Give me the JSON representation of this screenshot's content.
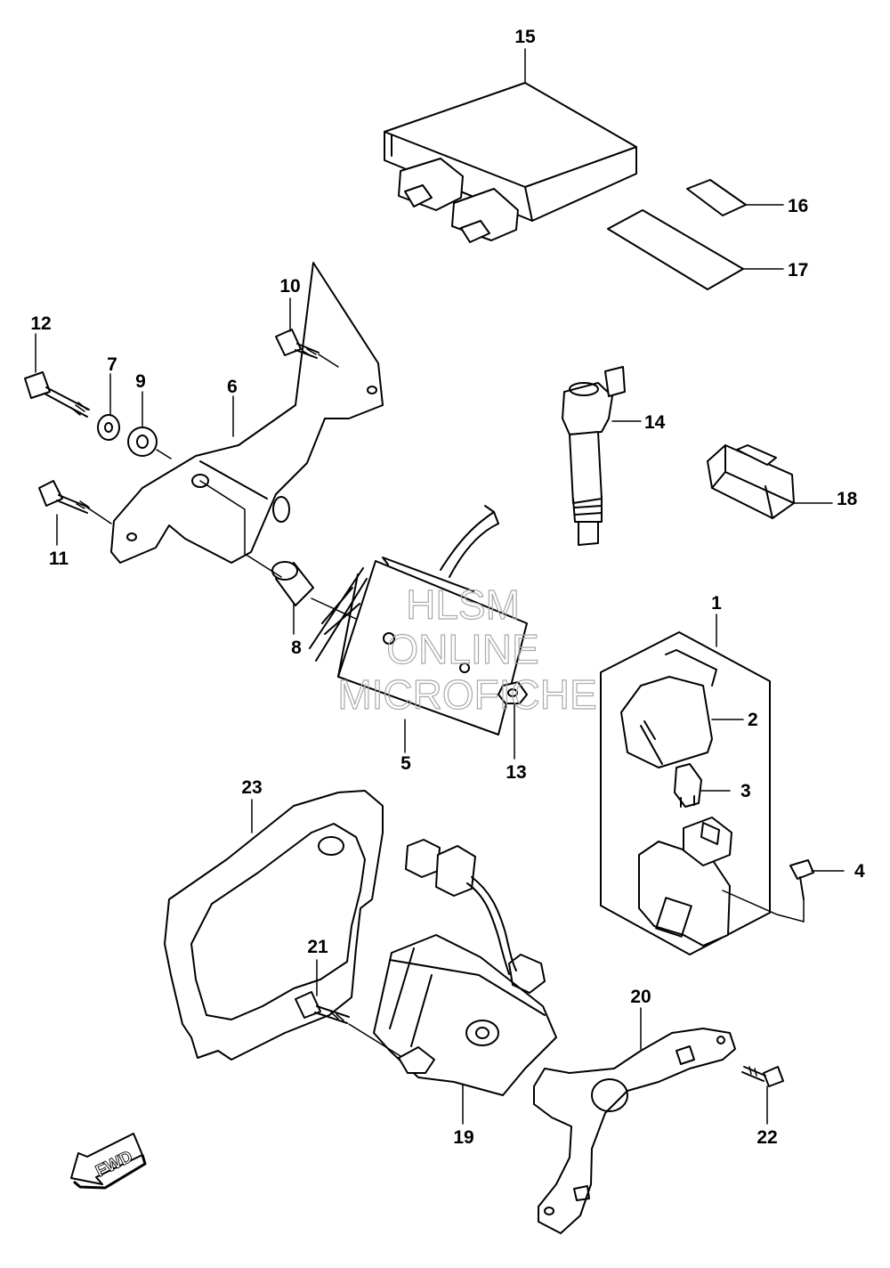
{
  "callouts": {
    "c1": "1",
    "c2": "2",
    "c3": "3",
    "c4": "4",
    "c5": "5",
    "c6": "6",
    "c7": "7",
    "c8": "8",
    "c9": "9",
    "c10": "10",
    "c11": "11",
    "c12": "12",
    "c13": "13",
    "c14": "14",
    "c15": "15",
    "c16": "16",
    "c17": "17",
    "c18": "18",
    "c19": "19",
    "c20": "20",
    "c21": "21",
    "c22": "22",
    "c23": "23"
  },
  "watermark": {
    "line1": "HLSM",
    "line2": "ONLINE",
    "line3": "MICROFICHE"
  },
  "direction_label": "FWD",
  "colors": {
    "line": "#000000",
    "background": "#ffffff",
    "watermark": "#aaaaaa"
  }
}
